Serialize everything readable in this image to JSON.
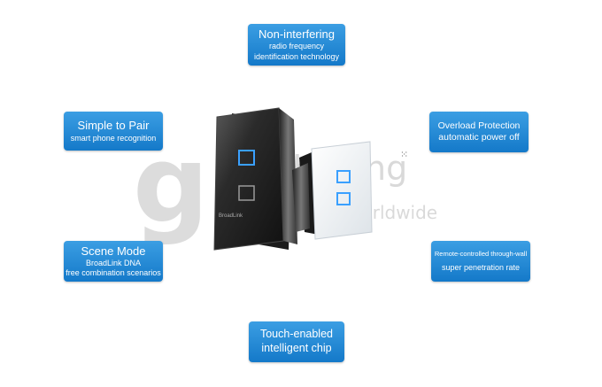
{
  "badges": {
    "non_interfering": {
      "title": "Non-interfering",
      "line1": "radio frequency",
      "line2": "identification technology"
    },
    "simple_pair": {
      "title": "Simple to Pair",
      "line1": "smart phone recognition"
    },
    "overload": {
      "title": "Overload Protection",
      "line1": "automatic power off"
    },
    "scene_mode": {
      "title": "Scene Mode",
      "line1": "BroadLink DNA",
      "line2": "free combination scenarios"
    },
    "remote": {
      "title": "Remote-controlled through-wall",
      "line1": "super penetration rate"
    },
    "touch": {
      "title": "Touch-enabled",
      "line1": "intelligent chip"
    }
  },
  "watermark": {
    "brand": "eekbuying",
    "slogan": "Free shipping worldwide"
  },
  "switch_logo": "BroadLink",
  "colors": {
    "badge_blue": "#1e88d6",
    "led_blue": "#3aa0ff"
  }
}
